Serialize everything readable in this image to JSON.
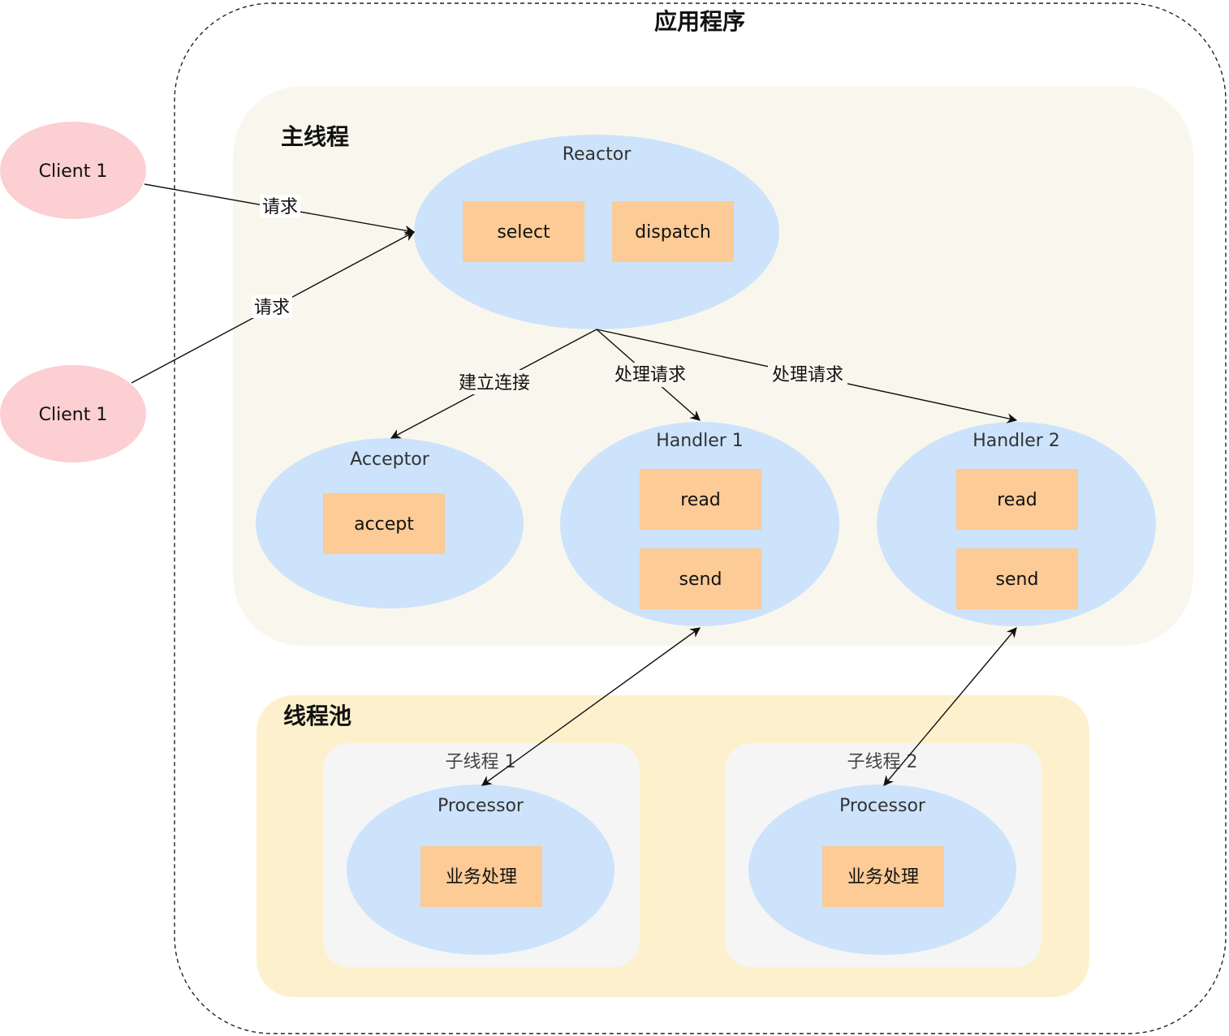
{
  "app_title": "应用程序",
  "clients": [
    {
      "label": "Client 1"
    },
    {
      "label": "Client 1"
    }
  ],
  "main_thread": {
    "label": "主线程",
    "reactor": {
      "label": "Reactor",
      "ops": [
        "select",
        "dispatch"
      ]
    },
    "acceptor": {
      "label": "Acceptor",
      "ops": [
        "accept"
      ]
    },
    "handlers": [
      {
        "label": "Handler 1",
        "ops": [
          "read",
          "send"
        ]
      },
      {
        "label": "Handler 2",
        "ops": [
          "read",
          "send"
        ]
      }
    ]
  },
  "thread_pool": {
    "label": "线程池",
    "sub_threads": [
      {
        "label": "子线程 1",
        "processor": {
          "label": "Processor",
          "op": "业务处理"
        }
      },
      {
        "label": "子线程 2",
        "processor": {
          "label": "Processor",
          "op": "业务处理"
        }
      }
    ]
  },
  "edges": {
    "request_1": "请求",
    "request_2": "请求",
    "establish_connection": "建立连接",
    "handle_request_1": "处理请求",
    "handle_request_2": "处理请求"
  },
  "colors": {
    "client_fill": "#fccfd2",
    "ellipse_fill": "#cce3fb",
    "box_fill": "#fccb96",
    "main_thread_fill": "#f9f7ed",
    "thread_pool_fill": "#fdf1cd",
    "sub_thread_fill": "#f5f5f5"
  }
}
